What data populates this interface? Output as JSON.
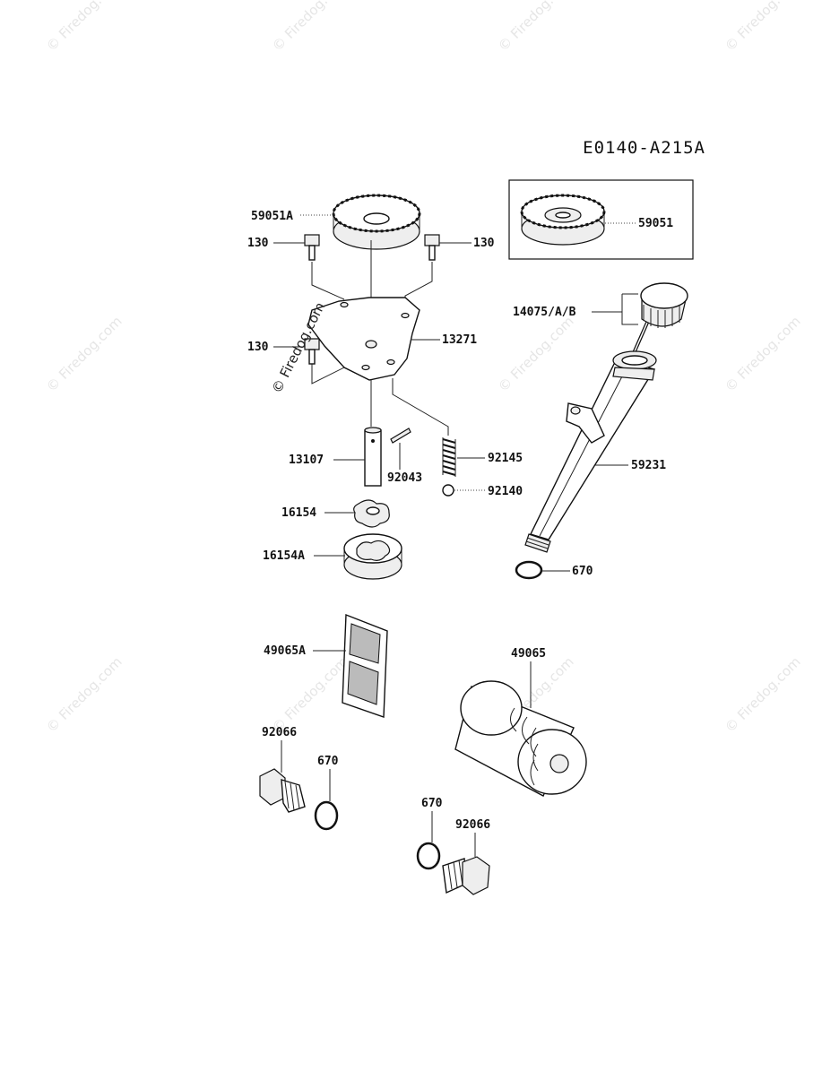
{
  "diagram_code": "E0140-A215A",
  "watermark": {
    "text": "© Firedog.com",
    "bold_text": "© Firedog.com"
  },
  "labels": {
    "gear_59051A": "59051A",
    "bolt_130_left": "130",
    "bolt_130_right": "130",
    "bolt_130_lower": "130",
    "plate_13271": "13271",
    "shaft_13107": "13107",
    "pin_92043": "92043",
    "spring_92145": "92145",
    "ball_92140": "92140",
    "rotor_16154": "16154",
    "rotor_16154A": "16154A",
    "inset_gear_59051": "59051",
    "dipstick_14075": "14075/A/B",
    "tube_59231": "59231",
    "oring_670_tube": "670",
    "screen_49065A": "49065A",
    "filter_49065": "49065",
    "plug_92066_left": "92066",
    "oring_670_left": "670",
    "oring_670_right": "670",
    "plug_92066_right": "92066"
  }
}
